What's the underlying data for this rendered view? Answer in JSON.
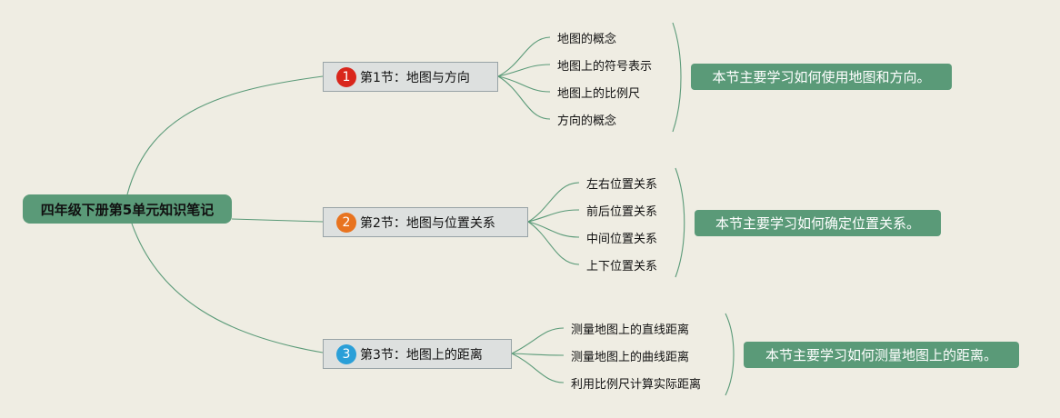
{
  "root": {
    "label": "四年级下册第5单元知识笔记"
  },
  "sections": [
    {
      "badge": "1",
      "badge_color": "#d9261c",
      "title": "第1节：地图与方向",
      "topics": [
        "地图的概念",
        "地图上的符号表示",
        "地图上的比例尺",
        "方向的概念"
      ],
      "summary": "本节主要学习如何使用地图和方向。"
    },
    {
      "badge": "2",
      "badge_color": "#e8731f",
      "title": "第2节：地图与位置关系",
      "topics": [
        "左右位置关系",
        "前后位置关系",
        "中间位置关系",
        "上下位置关系"
      ],
      "summary": "本节主要学习如何确定位置关系。"
    },
    {
      "badge": "3",
      "badge_color": "#2a9fd8",
      "title": "第3节：地图上的距离",
      "topics": [
        "测量地图上的直线距离",
        "测量地图上的曲线距离",
        "利用比例尺计算实际距离"
      ],
      "summary": "本节主要学习如何测量地图上的距离。"
    }
  ],
  "colors": {
    "node_green": "#5a9a78",
    "line": "#5a9a78",
    "background": "#efede3"
  }
}
